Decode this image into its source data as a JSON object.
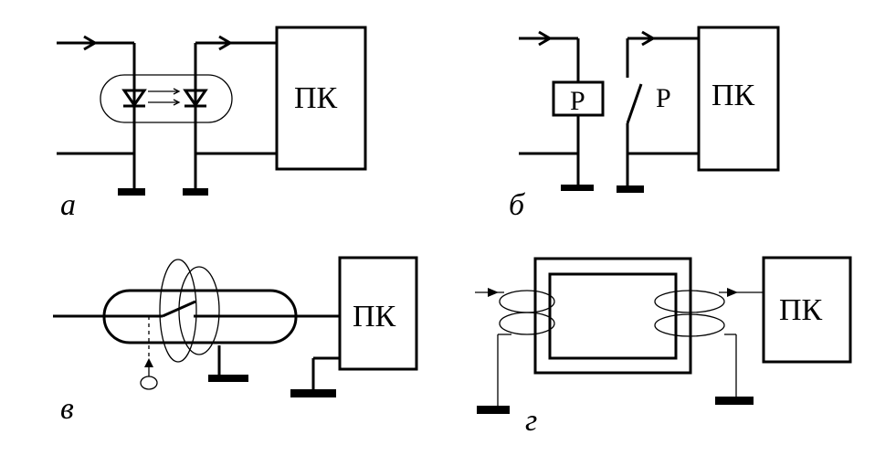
{
  "panels": {
    "a": {
      "label": "а",
      "pc": "ПК"
    },
    "b": {
      "label": "б",
      "pc": "ПК",
      "relay_coil": "Р",
      "relay_contact": "Р"
    },
    "v": {
      "label": "в",
      "pc": "ПК"
    },
    "g": {
      "label": "г",
      "pc": "ПК"
    }
  }
}
